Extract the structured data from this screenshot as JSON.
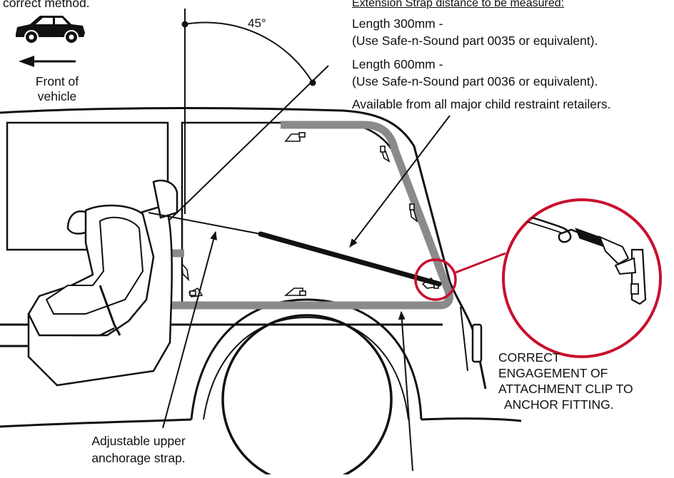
{
  "diagram": {
    "top_left_caption": "correct method.",
    "direction_label": [
      "Front of",
      "vehicle"
    ],
    "angle_label": "45°",
    "strap_heading": "Extension Strap distance to be measured:",
    "strap_options": [
      {
        "length": "Length 300mm -",
        "part": "(Use Safe-n-Sound part 0035 or equivalent)."
      },
      {
        "length": "Length 600mm -",
        "part": "(Use Safe-n-Sound part 0036 or equivalent)."
      }
    ],
    "availability_note": "Available from all major child restraint retailers.",
    "engagement_note": [
      "CORRECT",
      "ENGAGEMENT OF",
      "ATTACHMENT CLIP TO",
      "ANCHOR FITTING."
    ],
    "upper_strap_label": [
      "Adjustable upper",
      "anchorage strap."
    ],
    "colors": {
      "line": "#111111",
      "highlight_circle": "#c8102e",
      "cargo_zone": "#8a8a8a",
      "tether_strap": "#111111"
    }
  }
}
